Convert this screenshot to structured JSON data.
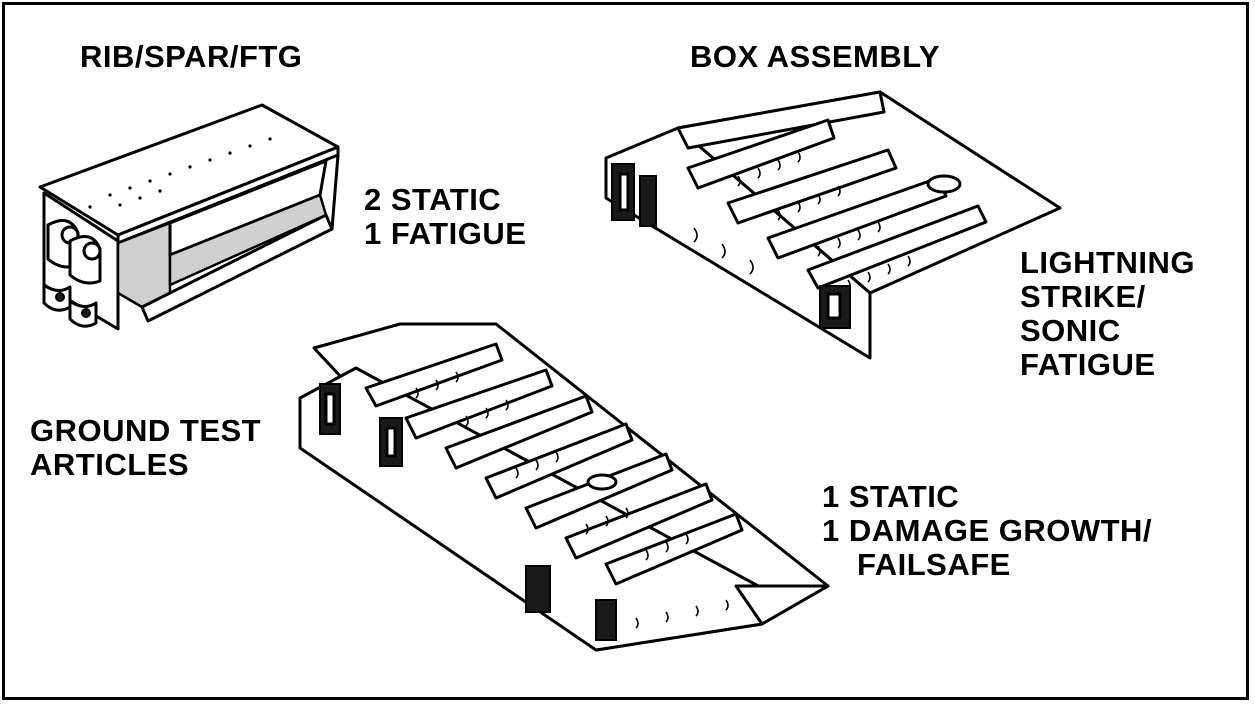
{
  "labels": {
    "rib_spar_ftg": "RIB/SPAR/FTG",
    "box_assembly": "BOX ASSEMBLY",
    "rib_tests": [
      "2 STATIC",
      "1 FATIGUE"
    ],
    "box_tests": [
      "LIGHTNING",
      "STRIKE/",
      "SONIC",
      "FATIGUE"
    ],
    "ground_test": [
      "GROUND TEST",
      "ARTICLES"
    ],
    "ground_tests": [
      "1 STATIC",
      "1 DAMAGE GROWTH/",
      "FAILSAFE"
    ]
  },
  "colors": {
    "ink": "#000000",
    "paper": "#ffffff",
    "shade": "#cfcfcf"
  }
}
